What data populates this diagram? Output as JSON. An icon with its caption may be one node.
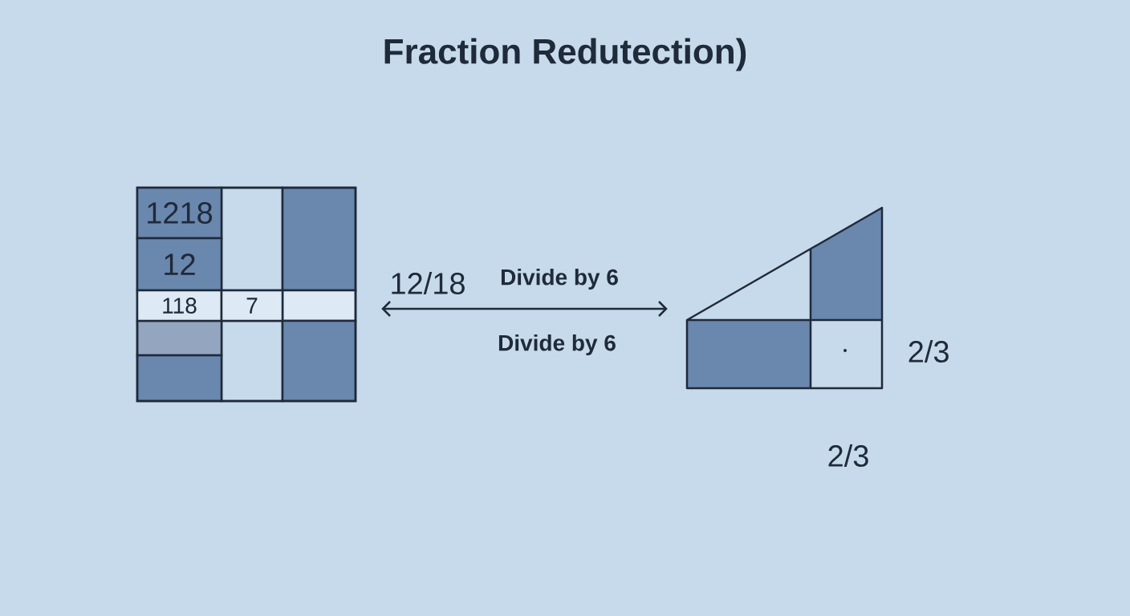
{
  "diagram": {
    "title": "Fraction Redutection)",
    "nodes": [
      {
        "text": [],
        "shape": "box"
      },
      {
        "text": [
          "1218"
        ],
        "in": 0
      },
      {
        "text": [
          "12"
        ],
        "in": 0
      },
      {
        "text": [
          "118"
        ],
        "in": 0
      },
      {
        "text": [
          "7"
        ],
        "in": 0
      },
      {
        "text": [],
        "shape": "box",
        "beside": [
          "2/3"
        ]
      }
    ],
    "edges": [
      {
        "from": 0,
        "to": 5,
        "arrow": "both",
        "label": "Divide by 6"
      }
    ],
    "labels": [
      "12/18",
      "Divide by 6",
      "2/3"
    ]
  }
}
